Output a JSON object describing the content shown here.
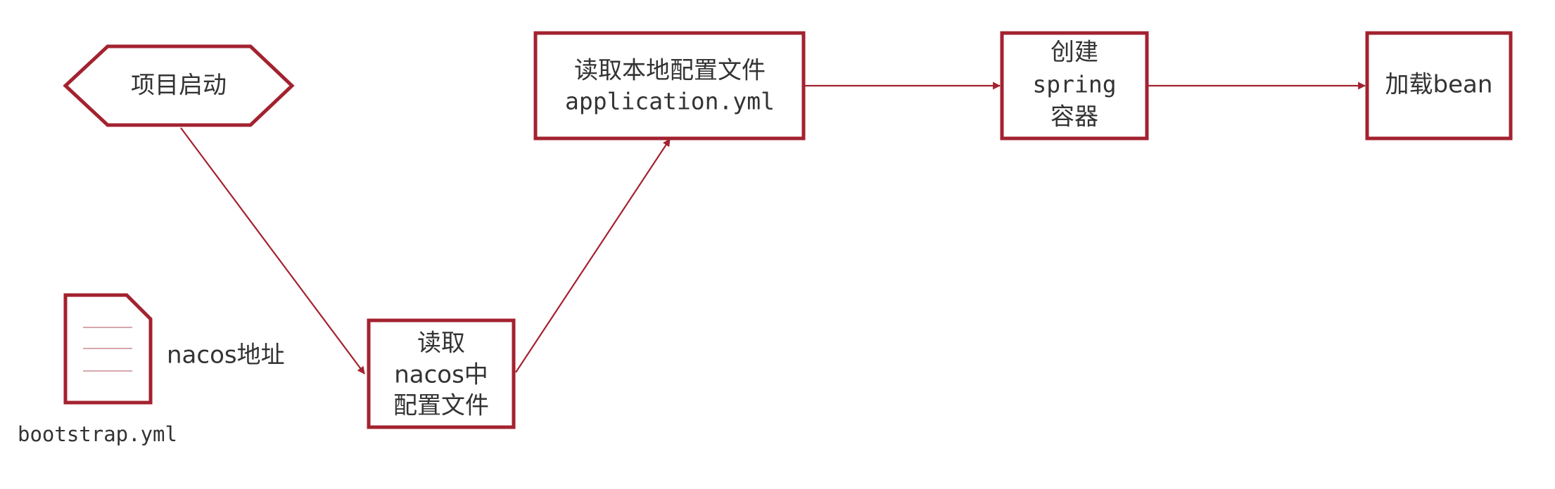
{
  "colors": {
    "accent": "#a3222f",
    "text": "#333333",
    "background": "#ffffff"
  },
  "nodes": {
    "start": {
      "label": "项目启动"
    },
    "config_file": {
      "filename": "bootstrap.yml",
      "note": "nacos地址"
    },
    "read_nacos": {
      "lines": [
        "读取",
        "nacos中",
        "配置文件"
      ]
    },
    "read_local": {
      "lines": [
        "读取本地配置文件",
        "application.yml"
      ]
    },
    "create_container": {
      "lines": [
        "创建",
        "spring",
        "容器"
      ]
    },
    "load_bean": {
      "label": "加载bean"
    }
  },
  "edges": [
    {
      "from": "start",
      "to": "read_nacos"
    },
    {
      "from": "read_nacos",
      "to": "read_local"
    },
    {
      "from": "read_local",
      "to": "create_container"
    },
    {
      "from": "create_container",
      "to": "load_bean"
    }
  ]
}
